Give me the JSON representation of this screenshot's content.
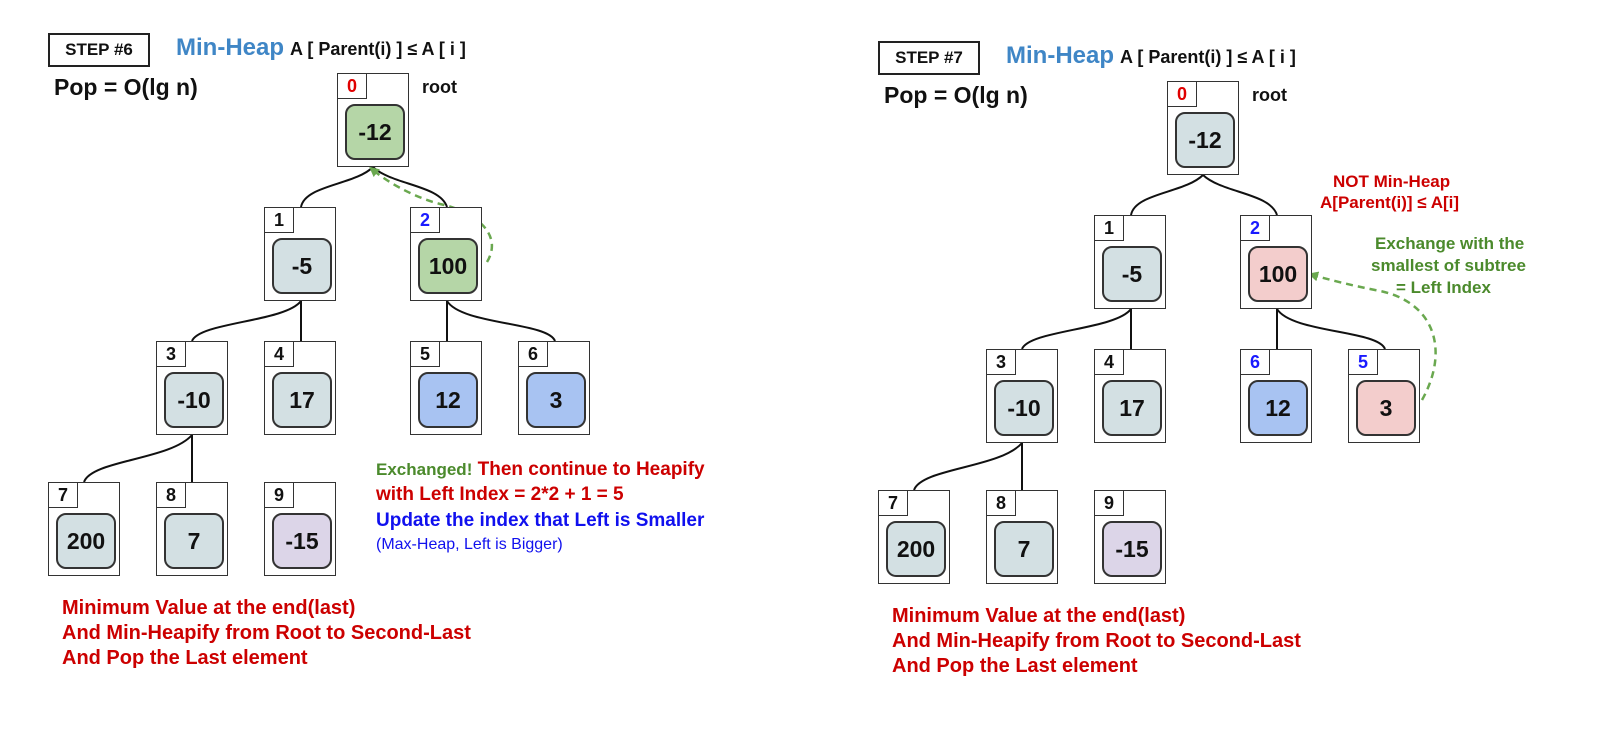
{
  "left": {
    "step_label": "STEP #6",
    "title_main": "Min-Heap",
    "title_condition": "A [ Parent(i) ] ≤ A [ i ]",
    "pop_label": "Pop = O(lg n)",
    "root_label": "root",
    "nodes": [
      {
        "index": "0",
        "value": "-12",
        "fill": "green",
        "index_color": "red"
      },
      {
        "index": "1",
        "value": "-5",
        "fill": "gray",
        "index_color": "black"
      },
      {
        "index": "2",
        "value": "100",
        "fill": "green",
        "index_color": "blue"
      },
      {
        "index": "3",
        "value": "-10",
        "fill": "gray",
        "index_color": "black"
      },
      {
        "index": "4",
        "value": "17",
        "fill": "gray",
        "index_color": "black"
      },
      {
        "index": "5",
        "value": "12",
        "fill": "blue",
        "index_color": "black"
      },
      {
        "index": "6",
        "value": "3",
        "fill": "blue",
        "index_color": "black"
      },
      {
        "index": "7",
        "value": "200",
        "fill": "gray",
        "index_color": "black"
      },
      {
        "index": "8",
        "value": "7",
        "fill": "gray",
        "index_color": "black"
      },
      {
        "index": "9",
        "value": "-15",
        "fill": "purple",
        "index_color": "black"
      }
    ],
    "note_exchanged": "Exchanged!",
    "note_continue": "Then continue to Heapify",
    "note_left_index": "with Left Index = 2*2 + 1 = 5",
    "note_update": "Update the index that Left is Smaller",
    "note_maxheap": "(Max-Heap, Left is Bigger)",
    "summary": [
      "Minimum Value at the end(last)",
      "And Min-Heapify from Root to Second-Last",
      "And Pop the Last element"
    ]
  },
  "right": {
    "step_label": "STEP #7",
    "title_main": "Min-Heap",
    "title_condition": "A [ Parent(i) ] ≤ A [ i ]",
    "pop_label": "Pop = O(lg n)",
    "root_label": "root",
    "nodes": [
      {
        "index": "0",
        "value": "-12",
        "fill": "gray",
        "index_color": "red"
      },
      {
        "index": "1",
        "value": "-5",
        "fill": "gray",
        "index_color": "black"
      },
      {
        "index": "2",
        "value": "100",
        "fill": "pink",
        "index_color": "blue"
      },
      {
        "index": "3",
        "value": "-10",
        "fill": "gray",
        "index_color": "black"
      },
      {
        "index": "4",
        "value": "17",
        "fill": "gray",
        "index_color": "black"
      },
      {
        "index": "6",
        "value": "12",
        "fill": "blue",
        "index_color": "blue"
      },
      {
        "index": "5",
        "value": "3",
        "fill": "pink",
        "index_color": "blue"
      },
      {
        "index": "7",
        "value": "200",
        "fill": "gray",
        "index_color": "black"
      },
      {
        "index": "8",
        "value": "7",
        "fill": "gray",
        "index_color": "black"
      },
      {
        "index": "9",
        "value": "-15",
        "fill": "purple",
        "index_color": "black"
      }
    ],
    "not_minheap_line1": "NOT Min-Heap",
    "not_minheap_line2": "A[Parent(i)] ≤ A[i]",
    "exchange_line1": "Exchange with the",
    "exchange_line2": "smallest of subtree",
    "exchange_line3": "= Left Index",
    "summary": [
      "Minimum Value at the end(last)",
      "And Min-Heapify from Root to Second-Last",
      "And Pop the Last element"
    ]
  },
  "colors": {
    "title_blue": "#3f86c6",
    "red_text": "#cc0000",
    "green_text": "#4b8a2c",
    "blue_text": "#1010ee",
    "node_gray": "#d3e0e3",
    "node_green": "#b5d6a7",
    "node_blue": "#a8c3f2",
    "node_purple": "#dcd5e8",
    "node_pink": "#f3cdcc",
    "arrow_green": "#6aa84f"
  }
}
